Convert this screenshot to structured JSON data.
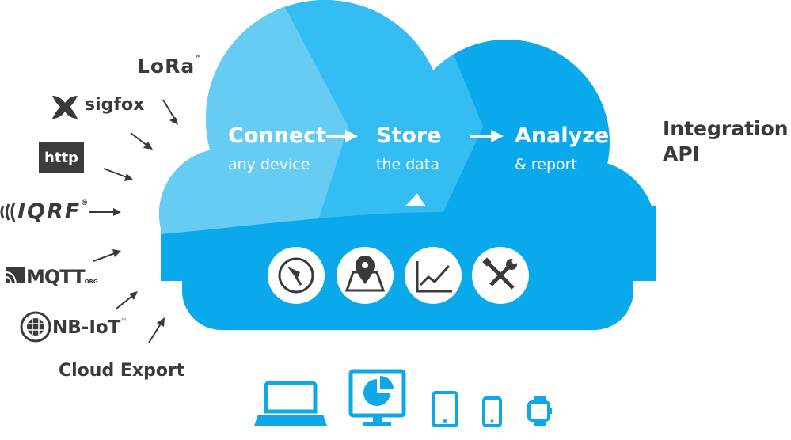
{
  "protocols": {
    "lora": "LoRa",
    "sigfox": "sigfox",
    "http": "http",
    "iqrf": "IQRF",
    "iqrf_mark": "®",
    "mqtt": "MQTT",
    "mqtt_suffix": "ORG",
    "nbiot": "NB-IoT",
    "tm": "™"
  },
  "cloud_export": "Cloud Export",
  "stages": [
    {
      "title": "Connect",
      "subtitle": "any device"
    },
    {
      "title": "Store",
      "subtitle": "the data"
    },
    {
      "title": "Analyze",
      "subtitle": "& report"
    }
  ],
  "integration": {
    "line1": "Integration",
    "line2": "API"
  },
  "feature_icons": [
    "gauge-icon",
    "map-pin-icon",
    "line-chart-icon",
    "tools-icon"
  ],
  "device_icons": [
    "laptop-icon",
    "desktop-monitor-icon",
    "tablet-icon",
    "smartphone-icon",
    "smartwatch-icon"
  ],
  "colors": {
    "cloud_light": "#66ccf4",
    "cloud_mid": "#33bdf2",
    "cloud_dark": "#0aa9ec",
    "text_dark": "#3a3a3a",
    "device_blue": "#0ea8e8"
  }
}
